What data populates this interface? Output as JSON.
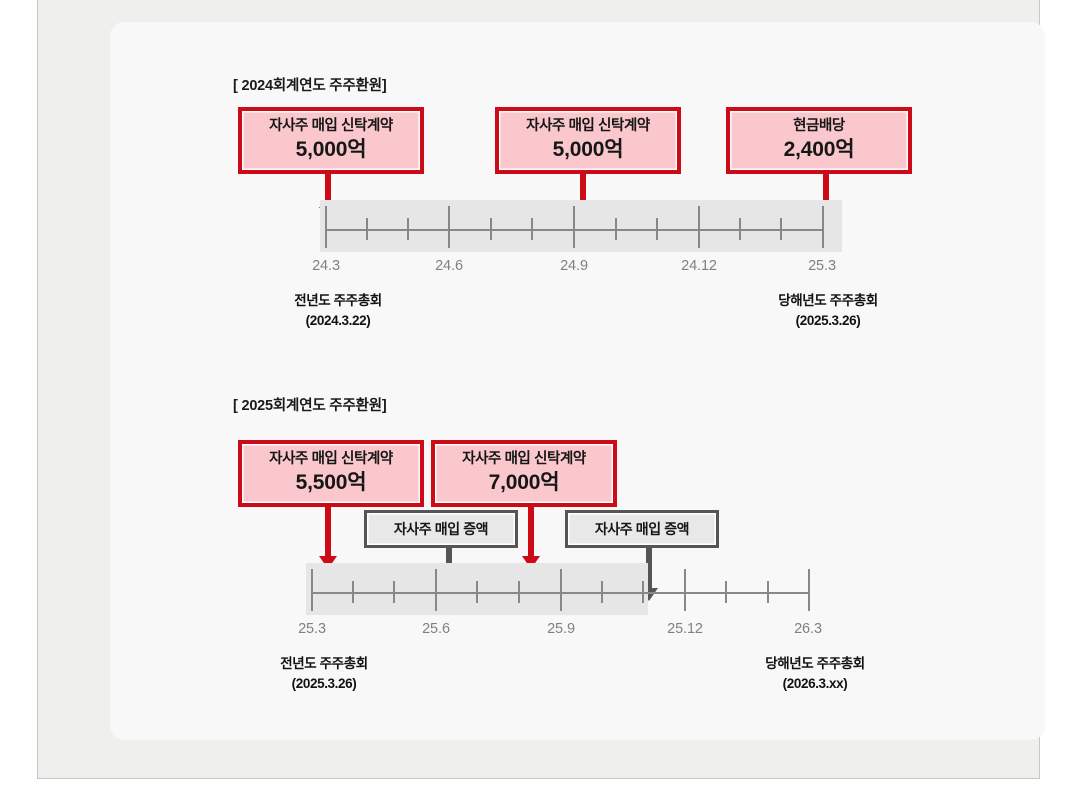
{
  "sections": [
    {
      "id": "fy2024",
      "title": "[ 2024회계연도 주주환원]",
      "red_boxes": [
        {
          "label": "자사주 매입 신탁계약",
          "value": "5,000억"
        },
        {
          "label": "자사주 매입 신탁계약",
          "value": "5,000억"
        },
        {
          "label": "현금배당",
          "value": "2,400억"
        }
      ],
      "gray_boxes": [],
      "axis": {
        "tick_labels": [
          "24.3",
          "24.6",
          "24.9",
          "24.12",
          "25.3"
        ],
        "minor_ticks_between": 2
      },
      "meetings": [
        {
          "title": "전년도 주주총회",
          "date": "(2024.3.22)"
        },
        {
          "title": "당해년도 주주총회",
          "date": "(2025.3.26)"
        }
      ]
    },
    {
      "id": "fy2025",
      "title": "[ 2025회계연도 주주환원]",
      "red_boxes": [
        {
          "label": "자사주 매입 신탁계약",
          "value": "5,500억"
        },
        {
          "label": "자사주 매입 신탁계약",
          "value": "7,000억"
        }
      ],
      "gray_boxes": [
        {
          "label": "자사주 매입 증액"
        },
        {
          "label": "자사주 매입 증액"
        }
      ],
      "axis": {
        "tick_labels": [
          "25.3",
          "25.6",
          "25.9",
          "25.12",
          "26.3"
        ],
        "minor_ticks_between": 2
      },
      "meetings": [
        {
          "title": "전년도 주주총회",
          "date": "(2025.3.26)"
        },
        {
          "title": "당해년도 주주총회",
          "date": "(2026.3.xx)"
        }
      ]
    }
  ],
  "colors": {
    "red_border": "#CC0A18",
    "red_fill": "#FAC8CC",
    "gray_border": "#555555",
    "gray_fill": "#E8E8E8",
    "band": "#E6E6E6",
    "axis": "#888888",
    "tick_label": "#808080",
    "card": "#F8F8F8",
    "frame": "#EFEFED"
  }
}
